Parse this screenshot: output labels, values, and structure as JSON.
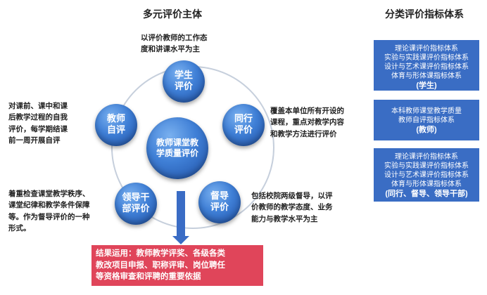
{
  "titles": {
    "left": "多元评价主体",
    "right": "分类评价指标体系"
  },
  "nodes": {
    "center": [
      "教师课堂教",
      "学质量评价"
    ],
    "student": [
      "学生",
      "评价"
    ],
    "peer": [
      "同行",
      "评价"
    ],
    "supervisor": [
      "督导",
      "评价"
    ],
    "leader": [
      "领导干",
      "部评价"
    ],
    "self": [
      "教师",
      "自评"
    ]
  },
  "descriptions": {
    "student": "以评价教师的工作态\n度和讲课水平为主",
    "peer": "覆盖本单位所有开设的\n课程，重点对教学内容\n和教学方法进行评价",
    "supervisor": "包括校院两级督导，以评\n价教师的教学态度、业务\n能力与教学水平为主",
    "leader": "着重检查课堂教学秩序、\n课堂纪律和教学条件保障\n等。作为督导评价的一种\n形式。",
    "self": "对课前、课中和课\n后教学过程的自我\n评价，每学期结课\n前一周开展自评"
  },
  "result": {
    "label": "结果运用：",
    "lines": [
      "教师教学评奖、各级各类",
      "教改项目申报、职称评审、岗位聘任",
      "等资格审查和评聘的重要依据"
    ]
  },
  "index_boxes": [
    {
      "items": [
        "理论课评价指标体系",
        "实验与实践课评价指标体系",
        "设计与艺术课评价指标体系",
        "体育与形体课指标体系"
      ],
      "who": "(学生)"
    },
    {
      "items": [
        "本科教师课堂教学质量",
        "教师自评指标体系"
      ],
      "who": "(教师)"
    },
    {
      "items": [
        "理论课评价指标体系",
        "实验与实践课评价指标体系",
        "设计与艺术课评价指标体系",
        "体育与形体课指标体系"
      ],
      "who": "(同行、督导、领导干部)"
    }
  ],
  "colors": {
    "node_blue": "#3f7fd6",
    "box_blue": "#3a6dc4",
    "result_red": "#e0455a"
  }
}
